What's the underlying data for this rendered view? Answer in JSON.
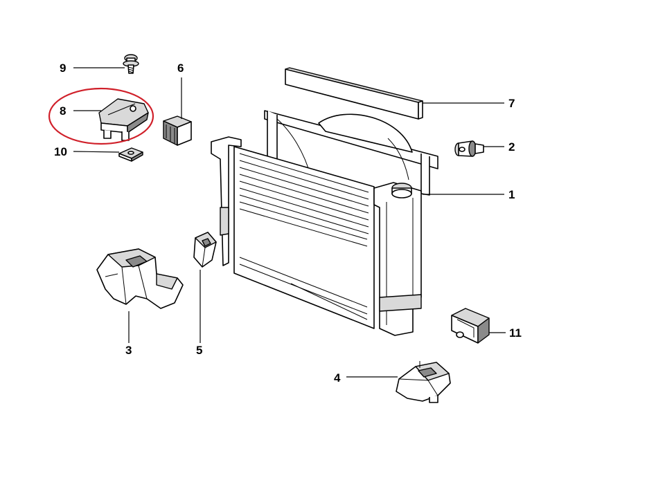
{
  "highlight_color": "#d0202a",
  "callouts": [
    {
      "label": "1",
      "part": "radiator"
    },
    {
      "label": "2",
      "part": "expanding-rivet"
    },
    {
      "label": "3",
      "part": "mount-bracket-left"
    },
    {
      "label": "4",
      "part": "mount-bracket-lower"
    },
    {
      "label": "5",
      "part": "rubber-mount"
    },
    {
      "label": "6",
      "part": "rubber-buffer"
    },
    {
      "label": "7",
      "part": "seal-strip"
    },
    {
      "label": "8",
      "part": "upper-bracket"
    },
    {
      "label": "9",
      "part": "screw"
    },
    {
      "label": "10",
      "part": "clip-nut"
    },
    {
      "label": "11",
      "part": "holder"
    }
  ]
}
